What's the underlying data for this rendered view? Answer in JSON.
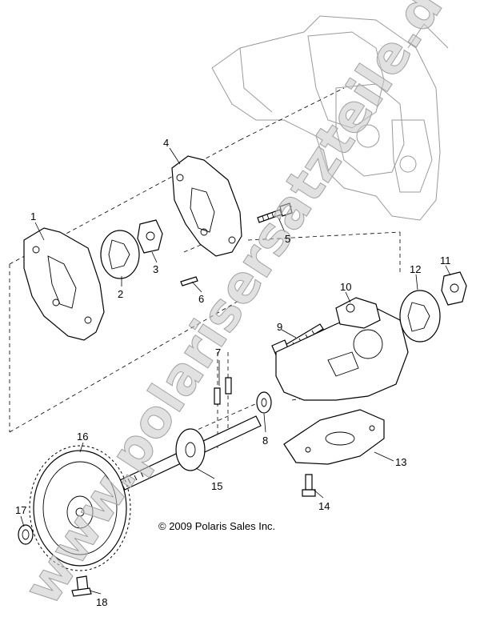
{
  "copyright": "© 2009 Polaris Sales Inc.",
  "watermark": "www.polarisersatzteile.de",
  "callouts": [
    {
      "id": "1",
      "label": "1"
    },
    {
      "id": "2",
      "label": "2"
    },
    {
      "id": "3",
      "label": "3"
    },
    {
      "id": "4",
      "label": "4"
    },
    {
      "id": "5",
      "label": "5"
    },
    {
      "id": "6",
      "label": "6"
    },
    {
      "id": "7",
      "label": "7"
    },
    {
      "id": "8",
      "label": "8"
    },
    {
      "id": "9",
      "label": "9"
    },
    {
      "id": "10",
      "label": "10"
    },
    {
      "id": "11",
      "label": "11"
    },
    {
      "id": "12",
      "label": "12"
    },
    {
      "id": "13",
      "label": "13"
    },
    {
      "id": "14",
      "label": "14"
    },
    {
      "id": "15",
      "label": "15"
    },
    {
      "id": "16",
      "label": "16"
    },
    {
      "id": "17",
      "label": "17"
    },
    {
      "id": "18",
      "label": "18"
    }
  ]
}
